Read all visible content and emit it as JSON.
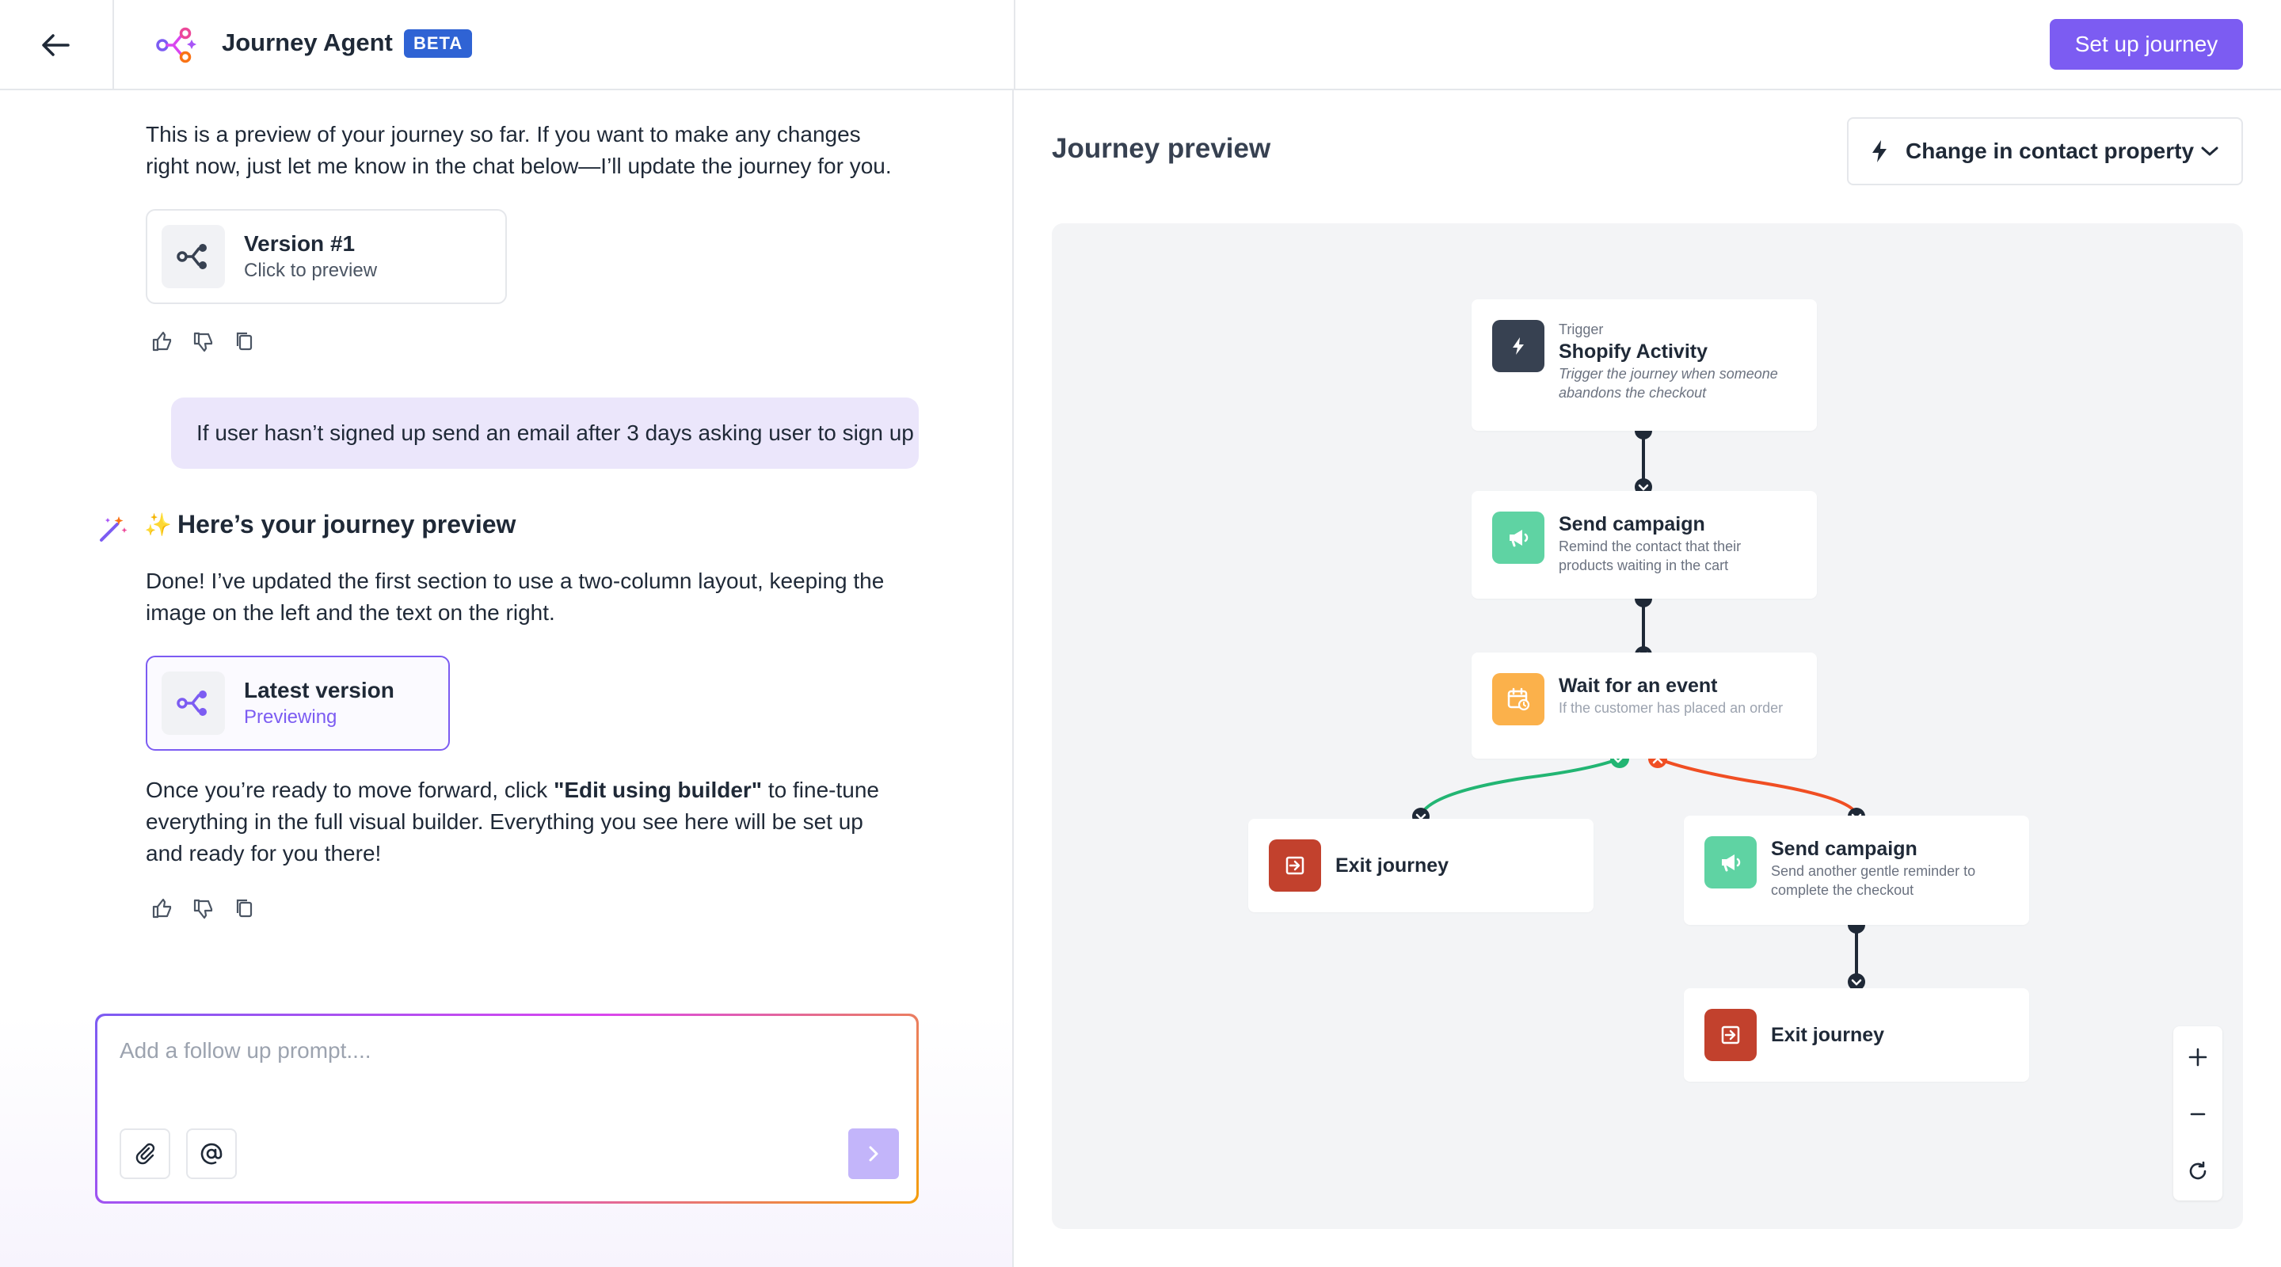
{
  "header": {
    "app_name": "Journey Agent",
    "beta_label": "BETA",
    "setup_button": "Set up journey"
  },
  "chat": {
    "intro_text": "This is a preview of your journey so far. If you want to make any changes right now, just let me know in the chat below—I’ll update the journey for you.",
    "version1": {
      "title": "Version #1",
      "subtitle": "Click to preview"
    },
    "user_message": "If user hasn’t signed up send an email after 3 days asking user to sign up",
    "preview_heading": "Here’s your journey preview",
    "update_text": "Done! I’ve updated the first section to use a two-column layout, keeping the image on the left and the text on the right.",
    "latest": {
      "title": "Latest version",
      "subtitle": "Previewing"
    },
    "final_text_prefix": "Once you’re ready to move forward, click ",
    "final_text_bold": "\"Edit using builder\"",
    "final_text_suffix": " to fine-tune everything in the full visual builder. Everything you see here will be set up and ready for you there!",
    "prompt_placeholder": "Add a follow up prompt...."
  },
  "preview": {
    "title": "Journey preview",
    "trigger_select": "Change in contact property",
    "nodes": {
      "trigger": {
        "kicker": "Trigger",
        "title": "Shopify Activity",
        "desc": "Trigger the journey when someone abandons the checkout"
      },
      "send1": {
        "title": "Send campaign",
        "desc": "Remind the contact that their products waiting in the cart"
      },
      "wait": {
        "title": "Wait for an event",
        "desc": "If the customer has placed an order"
      },
      "exit1": {
        "title": "Exit journey"
      },
      "send2": {
        "title": "Send campaign",
        "desc": "Send another gentle reminder to complete the checkout"
      },
      "exit2": {
        "title": "Exit journey"
      }
    }
  },
  "colors": {
    "accent": "#7c5cf2",
    "beta": "#2f63d4",
    "trigger_icon": "#374151",
    "send_icon": "#5fd3a3",
    "wait_icon": "#fbb14b",
    "exit_icon": "#c2412d",
    "yes_branch": "#22b573",
    "no_branch": "#f04e23"
  },
  "icons": {
    "back": "arrow-left-icon",
    "brand": "journey-agent-logo-icon",
    "version": "share-nodes-icon",
    "like": "thumbs-up-icon",
    "dislike": "thumbs-down-icon",
    "copy": "copy-icon",
    "attach": "paperclip-icon",
    "mention": "at-sign-icon",
    "send": "chevron-right-icon",
    "trigger": "lightning-icon",
    "zoom_in": "plus-icon",
    "zoom_out": "minus-icon",
    "reset": "refresh-icon"
  }
}
